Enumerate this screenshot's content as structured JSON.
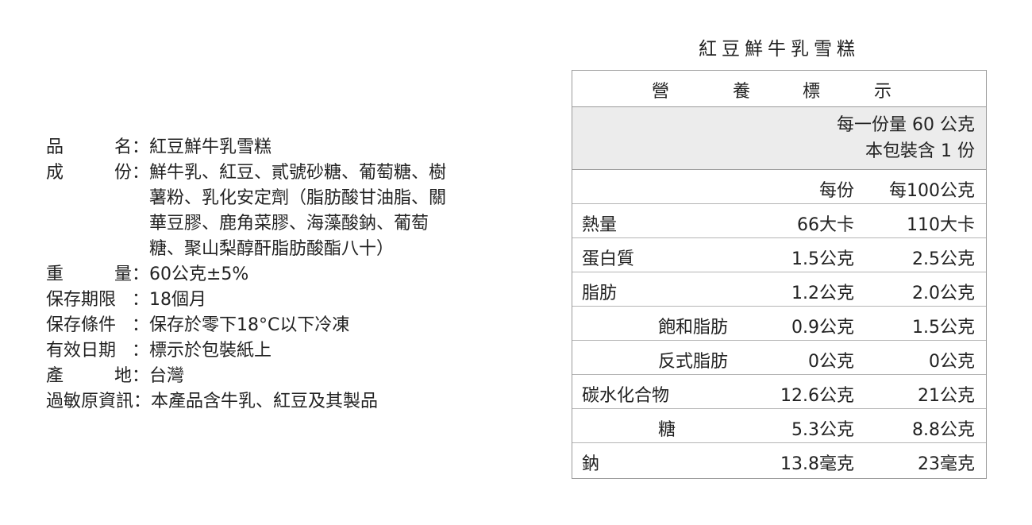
{
  "product": {
    "name_label": [
      "品",
      "名"
    ],
    "name_value": "紅豆鮮牛乳雪糕",
    "ingredients_label": [
      "成",
      "份"
    ],
    "ingredients_lines": [
      "鮮牛乳、紅豆、貳號砂糖、葡萄糖、樹",
      "薯粉、乳化安定劑（脂肪酸甘油脂、關",
      "華豆膠、鹿角菜膠、海藻酸鈉、葡萄",
      "糖、聚山梨醇酐脂肪酸酯八十）"
    ],
    "weight_label": [
      "重",
      "量"
    ],
    "weight_value": "60公克±5%",
    "shelf_life_label": "保存期限",
    "shelf_life_value": "18個月",
    "storage_label": "保存條件",
    "storage_value": "保存於零下18°C以下冷凍",
    "expiry_label": "有效日期",
    "expiry_value": "標示於包裝紙上",
    "origin_label": [
      "產",
      "地"
    ],
    "origin_value": "台灣",
    "allergen_label": "過敏原資訊",
    "allergen_value": "本產品含牛乳、紅豆及其製品",
    "colon": "："
  },
  "nutrition": {
    "title": "紅豆鮮牛乳雪糕",
    "header": [
      "營",
      "養",
      "標",
      "示"
    ],
    "serving_size": "每一份量 60 公克",
    "servings_per_pack": "本包裝含 1 份",
    "col_per_serving": "每份",
    "col_per_100g": "每100公克",
    "rows": [
      {
        "name": "熱量",
        "per": "66大卡",
        "per100": "110大卡"
      },
      {
        "name": "蛋白質",
        "per": "1.5公克",
        "per100": "2.5公克"
      },
      {
        "name": "脂肪",
        "per": "1.2公克",
        "per100": "2.0公克"
      },
      {
        "name": "飽和脂肪",
        "per": "0.9公克",
        "per100": "1.5公克"
      },
      {
        "name": "反式脂肪",
        "per": "0公克",
        "per100": "0公克"
      },
      {
        "name": "碳水化合物",
        "per": "12.6公克",
        "per100": "21公克"
      },
      {
        "name": "糖",
        "per": "5.3公克",
        "per100": "8.8公克"
      },
      {
        "name": "鈉",
        "per": "13.8毫克",
        "per100": "23毫克"
      }
    ]
  }
}
